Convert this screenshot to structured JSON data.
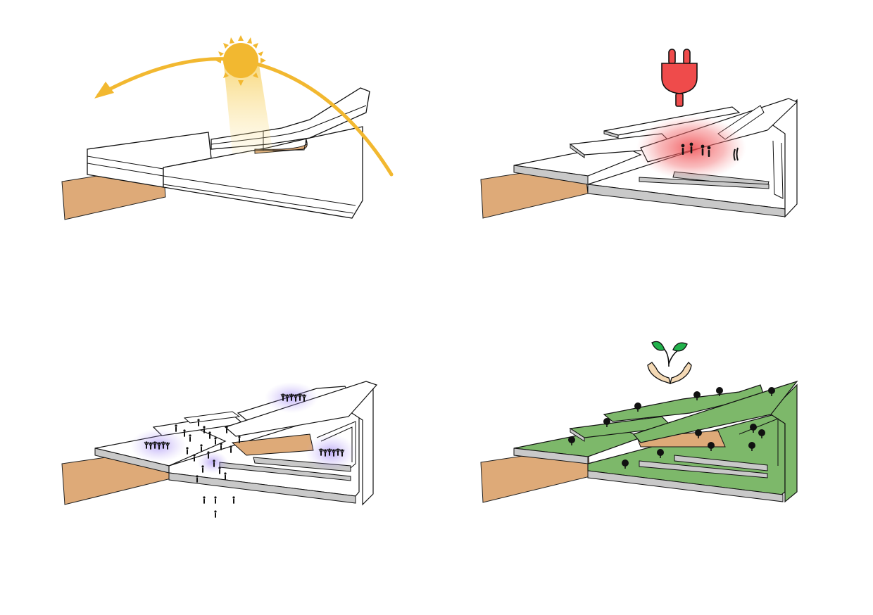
{
  "diagram": {
    "panels": [
      {
        "id": "solar-path",
        "icon": "sun-icon"
      },
      {
        "id": "energy",
        "icon": "power-plug-icon"
      },
      {
        "id": "social-gathering",
        "icon": "people-icon"
      },
      {
        "id": "vegetation",
        "icon": "seedling-in-hands-icon"
      }
    ],
    "colors": {
      "ground": "#deaa78",
      "slab_top": "#ffffff",
      "slab_side": "#c9c9c9",
      "outline": "#111111",
      "sun": "#f2b830",
      "sun_glow": "#f7d774",
      "energy_glow": "#f0464a",
      "plug": "#ef4b4b",
      "crowd_glow": "#9b7ff0",
      "grass": "#7db86a",
      "leaf": "#22b24c",
      "hands": "#f4d9b5"
    }
  }
}
